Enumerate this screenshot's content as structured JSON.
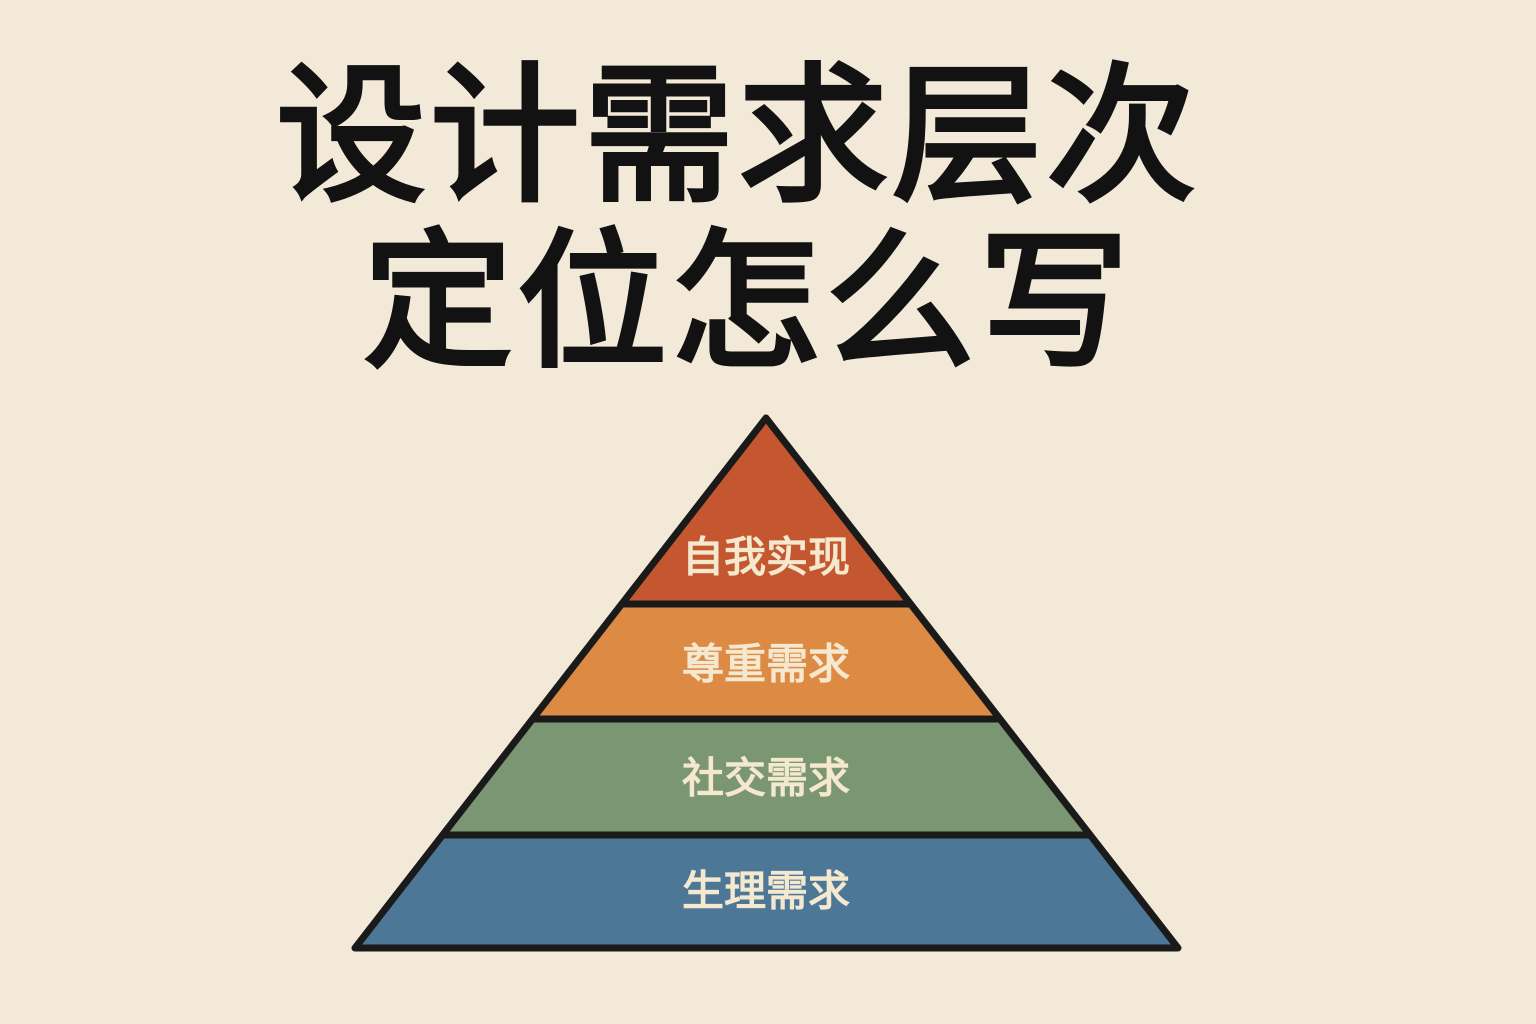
{
  "title": {
    "line1": "设计需求层次",
    "line2": "定位怎么写"
  },
  "pyramid": {
    "levels": [
      {
        "label": "自我实现",
        "color": "#c4572f"
      },
      {
        "label": "尊重需求",
        "color": "#dd8a45"
      },
      {
        "label": "社交需求",
        "color": "#7b9673"
      },
      {
        "label": "生理需求",
        "color": "#4d7797"
      }
    ],
    "outline_color": "#1a1a1a"
  }
}
